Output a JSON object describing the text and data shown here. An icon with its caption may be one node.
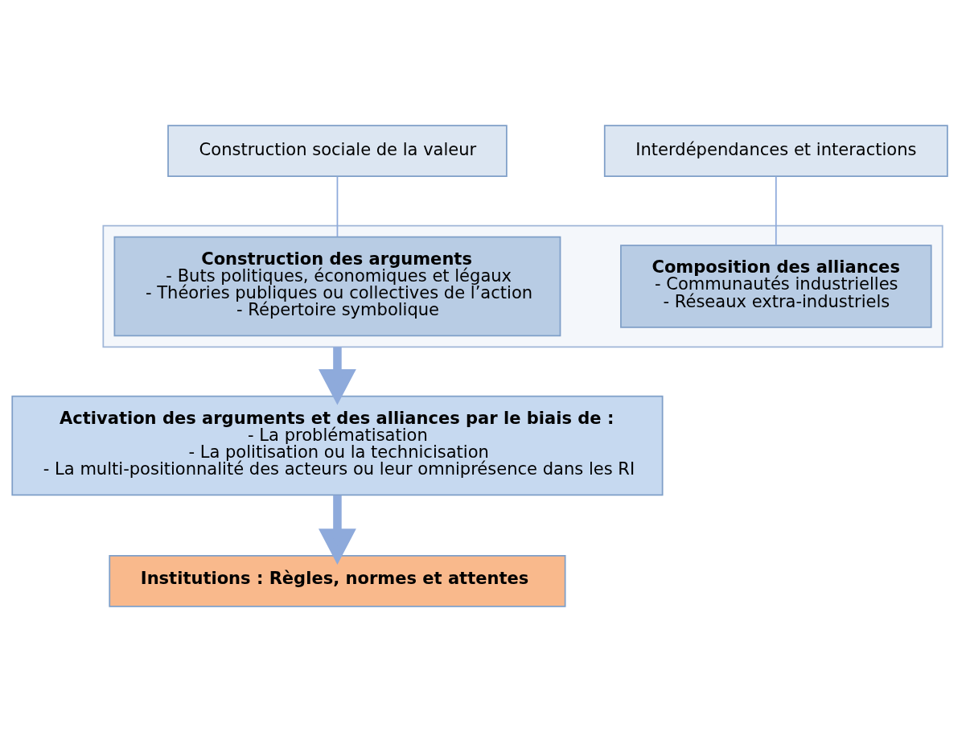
{
  "diagram": {
    "nodes": [
      {
        "text": [
          "Construction sociale de la valeur"
        ]
      },
      {
        "text": [
          "Interdépendances et interactions"
        ]
      },
      {
        "text": [],
        "shape": "box"
      },
      {
        "text": [
          "Construction des arguments",
          "- Buts politiques, économiques et légaux",
          "- Théories publiques ou collectives de l’action",
          "- Répertoire symbolique"
        ],
        "in": 2
      },
      {
        "text": [
          "Composition des alliances",
          "- Communautés industrielles",
          "- Réseaux extra-industriels"
        ],
        "in": 2
      },
      {
        "text": [
          "Activation des arguments et des alliances par le biais de :",
          "- La problématisation",
          "- La politisation ou la technicisation",
          "- La multi-positionnalité des acteurs ou leur omniprésence dans les RI"
        ]
      },
      {
        "text": [
          "Institutions : Règles, normes et attentes"
        ]
      }
    ],
    "edges": [
      {
        "from": 0,
        "to": 3,
        "arrow": "none"
      },
      {
        "from": 1,
        "to": 4,
        "arrow": "none"
      },
      {
        "from": 2,
        "to": 5,
        "arrow": "to",
        "style": "thick"
      },
      {
        "from": 5,
        "to": 6,
        "arrow": "to",
        "style": "thick"
      }
    ]
  }
}
